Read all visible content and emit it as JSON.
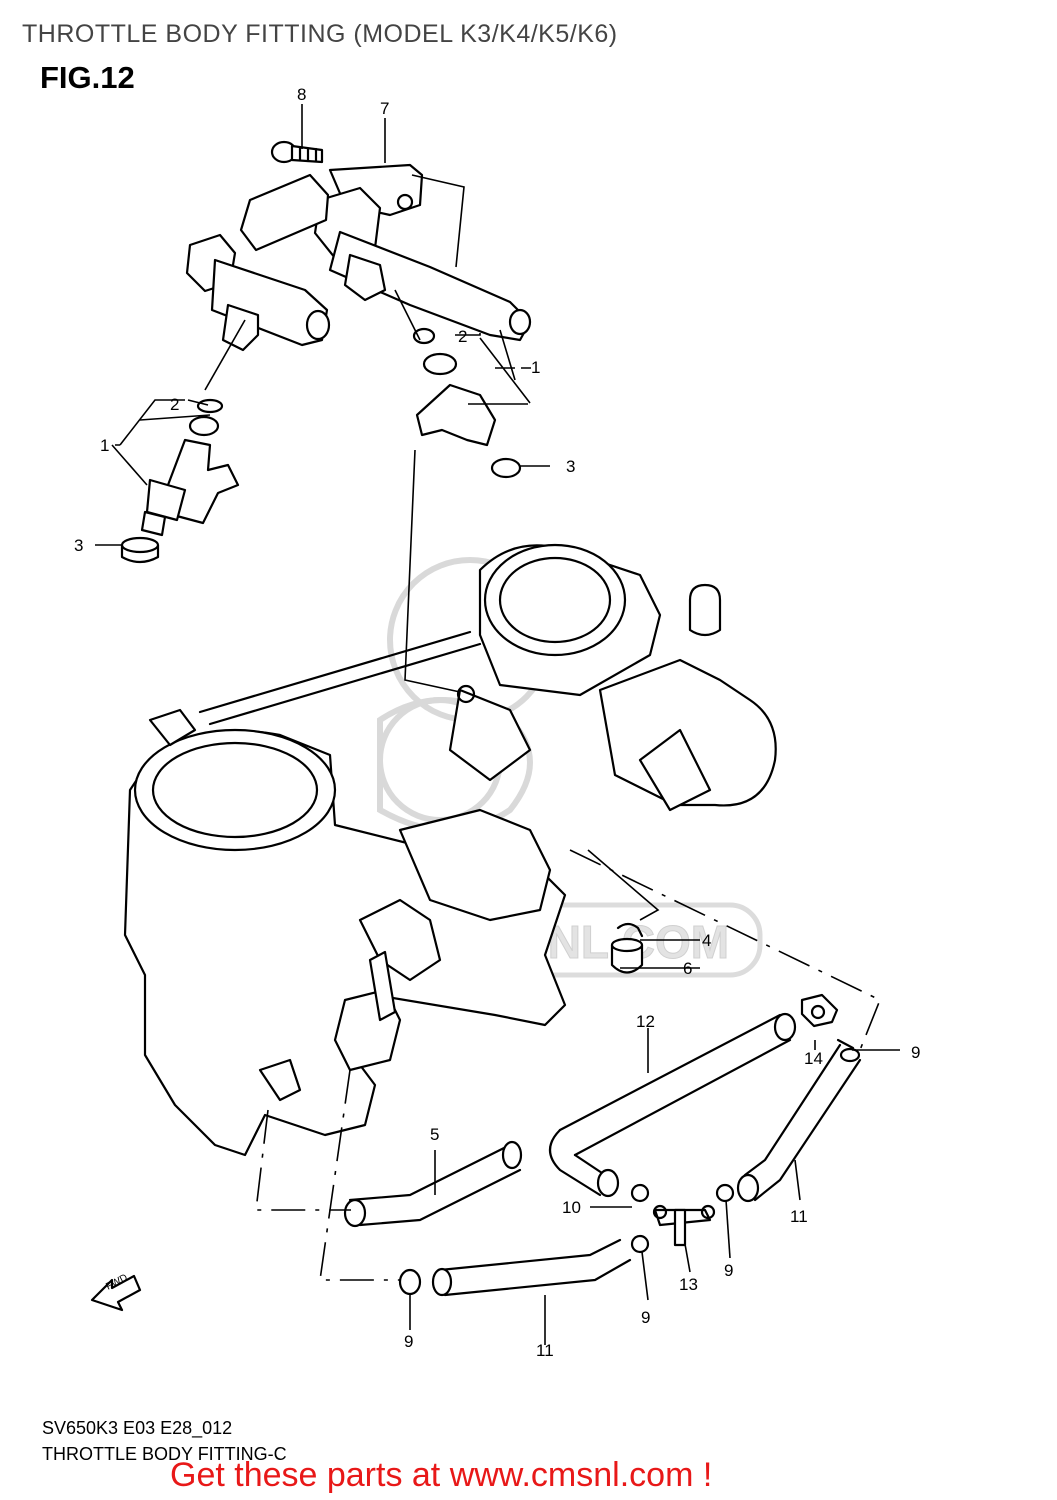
{
  "header": {
    "title": "THROTTLE BODY FITTING (MODEL K3/K4/K5/K6)",
    "figure": "FIG.12"
  },
  "watermark": {
    "text": "WWW.CMSNL.COM"
  },
  "callouts": {
    "c1_left": "1",
    "c2_left": "2",
    "c3_left": "3",
    "c1_right": "1",
    "c2_right": "2",
    "c3_right": "3",
    "c4": "4",
    "c5": "5",
    "c6": "6",
    "c7": "7",
    "c8": "8",
    "c9_a": "9",
    "c9_b": "9",
    "c9_c": "9",
    "c9_d": "9",
    "c10": "10",
    "c11_a": "11",
    "c11_b": "11",
    "c12": "12",
    "c13": "13",
    "c14": "14"
  },
  "fwd_arrow": "FWD",
  "footer": {
    "diagram_code": "SV650K3 E03 E28_012",
    "caption": "THROTTLE BODY FITTING-C",
    "promo": "Get these parts at www.cmsnl.com !"
  }
}
